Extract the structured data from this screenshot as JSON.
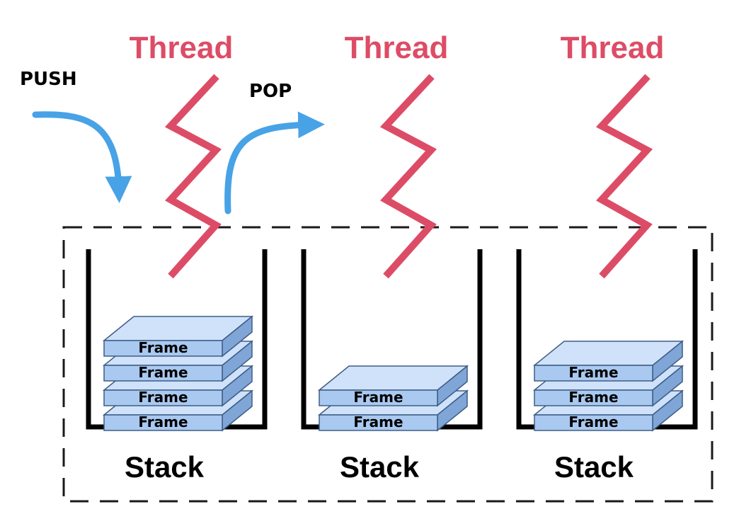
{
  "colors": {
    "thread": "#dd4c66",
    "arrow": "#48a2e6",
    "frame_top": "#cfe2fa",
    "frame_front": "#a9c9f0",
    "frame_side": "#7fa6d6",
    "frame_stroke": "#3e5d86",
    "bucket": "#000000"
  },
  "operations": {
    "push_label": "PUSH",
    "pop_label": "POP"
  },
  "threads": [
    {
      "label": "Thread",
      "stack_label": "Stack",
      "frames": [
        "Frame",
        "Frame",
        "Frame",
        "Frame"
      ]
    },
    {
      "label": "Thread",
      "stack_label": "Stack",
      "frames": [
        "Frame",
        "Frame"
      ]
    },
    {
      "label": "Thread",
      "stack_label": "Stack",
      "frames": [
        "Frame",
        "Frame",
        "Frame"
      ]
    }
  ]
}
